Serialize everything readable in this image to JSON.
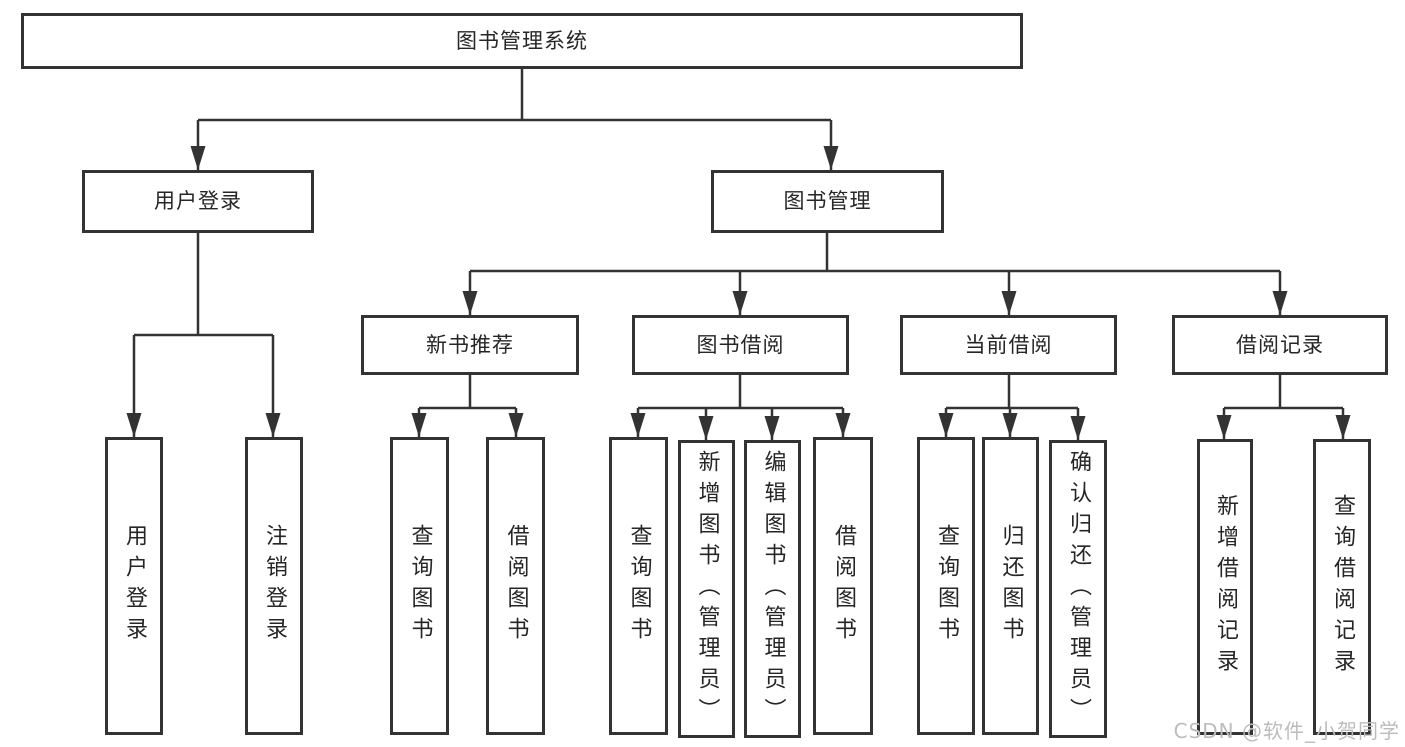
{
  "diagram": {
    "root": "图书管理系统",
    "level2": {
      "user_login": "用户登录",
      "book_management": "图书管理"
    },
    "level3": {
      "new_book_recommend": "新书推荐",
      "book_borrowing": "图书借阅",
      "current_borrowing": "当前借阅",
      "borrowing_records": "借阅记录"
    },
    "leaves": {
      "user_login_login": "用户登录",
      "user_login_logout": "注销登录",
      "recommend_query_books": "查询图书",
      "recommend_borrow_books": "借阅图书",
      "borrowing_query_books": "查询图书",
      "borrowing_add_books_admin": "新增图书（管理员）",
      "borrowing_edit_books_admin": "编辑图书（管理员）",
      "borrowing_borrow_books": "借阅图书",
      "current_query_books": "查询图书",
      "current_return_books": "归还图书",
      "current_confirm_return_admin": "确认归还（管理员）",
      "records_add_record": "新增借阅记录",
      "records_query_record": "查询借阅记录"
    }
  },
  "watermark": "CSDN @软件_小贺同学",
  "colors": {
    "line": "#333333",
    "text": "#262626",
    "watermark": "#bcbcbc",
    "background": "#ffffff"
  }
}
